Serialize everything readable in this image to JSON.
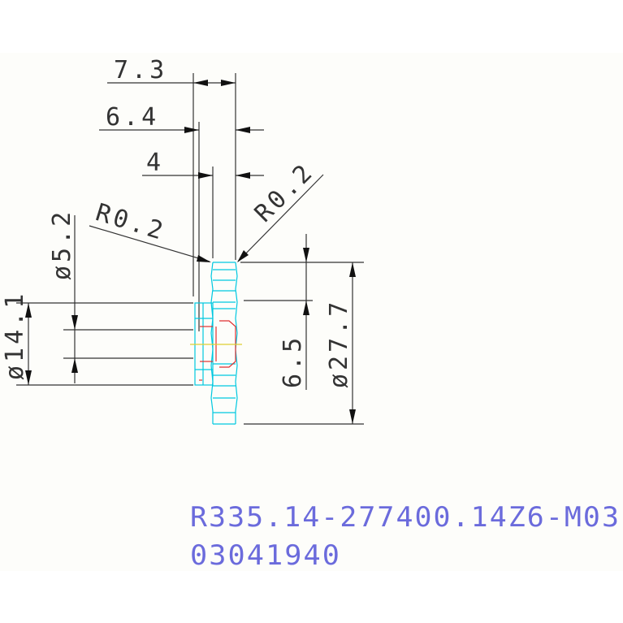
{
  "dimensions": {
    "width_outer": "7.3",
    "width_mid": "6.4",
    "width_inner": "4",
    "radius_left": "R0.2",
    "radius_right": "R0.2",
    "dia_small": "ø5.2",
    "dia_hub": "ø14.1",
    "height_step": "6.5",
    "dia_outer": "ø27.7"
  },
  "part": {
    "number": "R335.14-277400.14Z6-M03",
    "code": "03041940"
  },
  "colors": {
    "dimension": "#333333",
    "profile": "#00c8e0",
    "section": "#e03030",
    "center": "#e0d030",
    "title": "#6b6bdc"
  }
}
